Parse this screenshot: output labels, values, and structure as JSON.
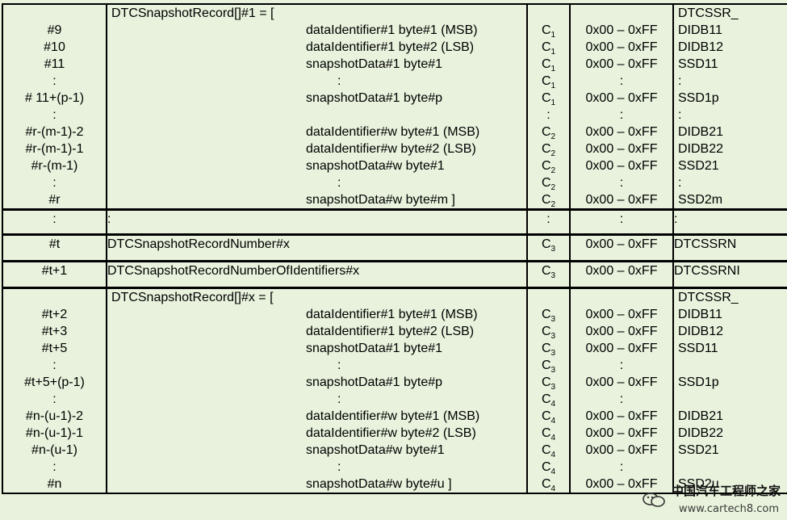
{
  "block1": {
    "byte": [
      "",
      "#9",
      "#10",
      "#11",
      ":",
      "# 11+(p-1)",
      ":",
      "#r-(m-1)-2",
      "#r-(m-1)-1",
      "#r-(m-1)",
      ":",
      "#r"
    ],
    "param": [
      "DTCSnapshotRecord[]#1 = [",
      "dataIdentifier#1 byte#1 (MSB)",
      "dataIdentifier#1 byte#2 (LSB)",
      "snapshotData#1 byte#1",
      ":",
      "snapshotData#1 byte#p",
      "",
      "dataIdentifier#w byte#1 (MSB)",
      "dataIdentifier#w byte#2 (LSB)",
      "snapshotData#w byte#1",
      ":",
      "snapshotData#w byte#m ]"
    ],
    "cvt": [
      [
        "",
        ""
      ],
      [
        "C",
        "1"
      ],
      [
        "C",
        "1"
      ],
      [
        "C",
        "1"
      ],
      [
        "C",
        "1"
      ],
      [
        "C",
        "1"
      ],
      [
        ":",
        ""
      ],
      [
        "C",
        "2"
      ],
      [
        "C",
        "2"
      ],
      [
        "C",
        "2"
      ],
      [
        "C",
        "2"
      ],
      [
        "C",
        "2"
      ]
    ],
    "hex": [
      "",
      "0x00 – 0xFF",
      "0x00 – 0xFF",
      "0x00 – 0xFF",
      ":",
      "0x00 – 0xFF",
      ":",
      "0x00 – 0xFF",
      "0x00 – 0xFF",
      "0x00 – 0xFF",
      ":",
      "0x00 – 0xFF"
    ],
    "name": [
      "DTCSSR_",
      "DIDB11",
      "DIDB12",
      "SSD11",
      ":",
      "SSD1p",
      ":",
      "DIDB21",
      "DIDB22",
      "SSD21",
      ":",
      "SSD2m"
    ]
  },
  "gap": {
    "byte": ":",
    "param": ":",
    "cvt": ":",
    "hex": ":",
    "name": ":"
  },
  "row_t": {
    "byte": "#t",
    "param": "DTCSnapshotRecordNumber#x",
    "cvt": "C",
    "cvt_sub": "3",
    "hex": "0x00 – 0xFF",
    "name": "DTCSSRN"
  },
  "row_t1": {
    "byte": "#t+1",
    "param": "DTCSnapshotRecordNumberOfIdentifiers#x",
    "cvt": "C",
    "cvt_sub": "3",
    "hex": "0x00 – 0xFF",
    "name": "DTCSSRNI"
  },
  "block2": {
    "byte": [
      "",
      "#t+2",
      "#t+3",
      "#t+5",
      ":",
      "#t+5+(p-1)",
      ":",
      "#n-(u-1)-2",
      "#n-(u-1)-1",
      "#n-(u-1)",
      ":",
      "#n"
    ],
    "param": [
      "DTCSnapshotRecord[]#x = [",
      "dataIdentifier#1 byte#1 (MSB)",
      "dataIdentifier#1 byte#2 (LSB)",
      "snapshotData#1 byte#1",
      ":",
      "snapshotData#1 byte#p",
      ":",
      "dataIdentifier#w byte#1 (MSB)",
      "dataIdentifier#w byte#2 (LSB)",
      "snapshotData#w byte#1",
      ":",
      "snapshotData#w byte#u ]"
    ],
    "cvt": [
      [
        "",
        ""
      ],
      [
        "C",
        "3"
      ],
      [
        "C",
        "3"
      ],
      [
        "C",
        "3"
      ],
      [
        "C",
        "3"
      ],
      [
        "C",
        "3"
      ],
      [
        "C",
        "4"
      ],
      [
        "C",
        "4"
      ],
      [
        "C",
        "4"
      ],
      [
        "C",
        "4"
      ],
      [
        "C",
        "4"
      ],
      [
        "C",
        "4"
      ]
    ],
    "hex": [
      "",
      "0x00 – 0xFF",
      "0x00 – 0xFF",
      "0x00 – 0xFF",
      ":",
      "0x00 – 0xFF",
      ":",
      "0x00 – 0xFF",
      "0x00 – 0xFF",
      "0x00 – 0xFF",
      ":",
      "0x00 – 0xFF"
    ],
    "name": [
      "DTCSSR_",
      "DIDB11",
      "DIDB12",
      "SSD11",
      "",
      "SSD1p",
      "",
      "DIDB21",
      "DIDB22",
      "SSD21",
      "",
      "SSD2u"
    ]
  },
  "watermark": {
    "brand": "中国汽车工程师之家",
    "url": "www.cartech8.com"
  }
}
